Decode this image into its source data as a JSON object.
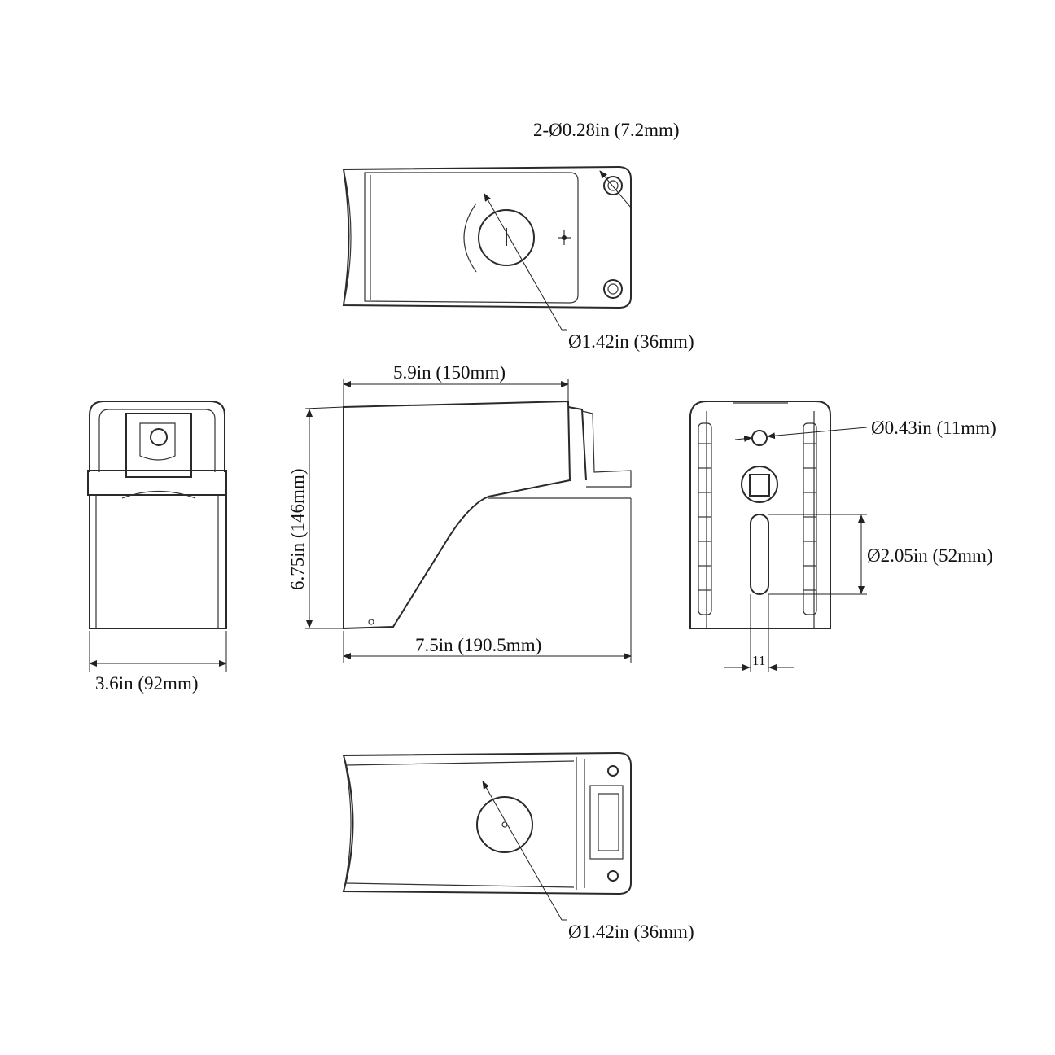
{
  "drawing": {
    "top_view": {
      "hole_label": "2-Ø0.28in (7.2mm)",
      "center_hole_label": "Ø1.42in (36mm)"
    },
    "side_view": {
      "top_width_label": "5.9in (150mm)",
      "height_label": "6.75in (146mm)",
      "total_length_label": "7.5in (190.5mm)"
    },
    "front_view": {
      "width_label": "3.6in (92mm)"
    },
    "back_view": {
      "small_hole_label": "Ø0.43in (11mm)",
      "slot_label": "Ø2.05in (52mm)",
      "slot_width_label": "11"
    },
    "bottom_view": {
      "center_hole_label": "Ø1.42in (36mm)"
    }
  }
}
